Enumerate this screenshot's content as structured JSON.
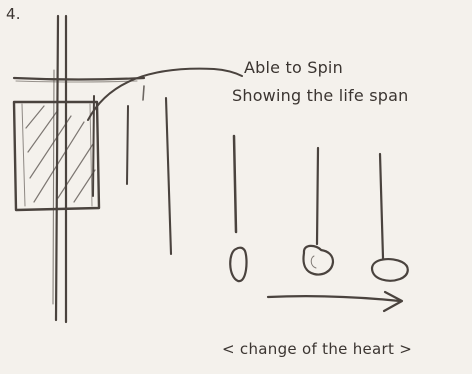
{
  "sketch": {
    "page_number": "4.",
    "annotation": {
      "line1": "Able to Spin",
      "line2": "Showing the life span"
    },
    "caption": "< change of the heart >"
  },
  "colors": {
    "paper": "#f4f1ec",
    "pencil": "#3b3531",
    "light_pencil": "#7a716a"
  }
}
